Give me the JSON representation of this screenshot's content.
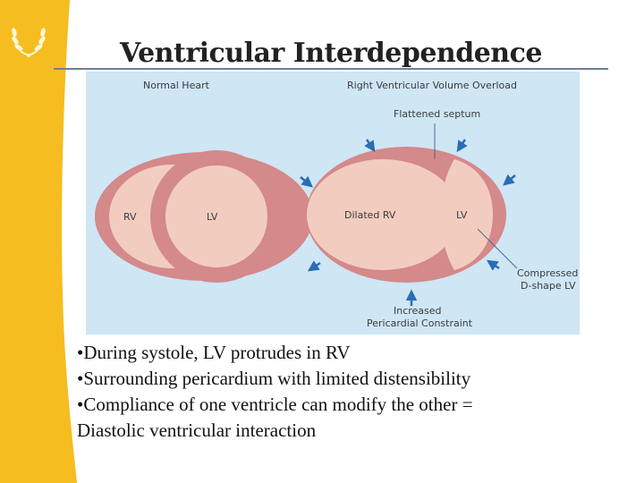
{
  "slide": {
    "title": "Ventricular Interdependence",
    "accent_color": "#f5bd1f",
    "rule_color": "#6c7f96"
  },
  "diagram": {
    "background": "#cfe6f5",
    "wall_color": "#d4898a",
    "chamber_color": "#f2cdbf",
    "labels": {
      "normal_heart": "Normal Heart",
      "rv_overload": "Right Ventricular Volume Overload",
      "flattened_septum": "Flattened septum",
      "rv": "RV",
      "lv": "LV",
      "dilated_rv": "Dilated RV",
      "lv_right": "LV",
      "compressed_1": "Compressed",
      "compressed_2": "D-shape LV",
      "increased": "Increased",
      "pericardial": "Pericardial Constraint"
    }
  },
  "bullets": [
    "•During systole, LV protrudes in RV",
    "•Surrounding pericardium with limited distensibility",
    "•Compliance of one ventricle can modify the other =",
    "Diastolic ventricular interaction"
  ]
}
